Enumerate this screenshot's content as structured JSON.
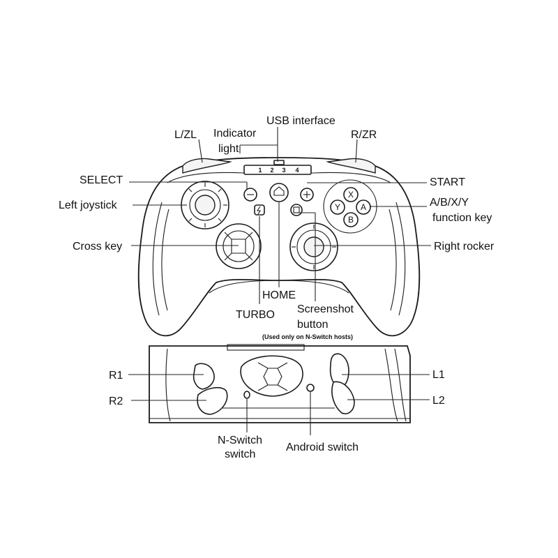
{
  "front_view": {
    "labels": {
      "usb_interface": "USB interface",
      "indicator_light_1": "Indicator",
      "indicator_light_2": "light",
      "l_zl": "L/ZL",
      "r_zr": "R/ZR",
      "select": "SELECT",
      "start": "START",
      "left_joystick": "Left joystick",
      "abxy_1": "A/B/X/Y",
      "abxy_2": "function key",
      "cross_key": "Cross key",
      "right_rocker": "Right rocker",
      "home": "HOME",
      "turbo": "TURBO",
      "screenshot_1": "Screenshot",
      "screenshot_2": "button",
      "screenshot_note": "(Used only on N-Switch hosts)"
    },
    "indicator_numbers": [
      "1",
      "2",
      "3",
      "4"
    ],
    "face_buttons": {
      "x": "X",
      "y": "Y",
      "a": "A",
      "b": "B"
    }
  },
  "top_view": {
    "labels": {
      "r1": "R1",
      "r2": "R2",
      "l1": "L1",
      "l2": "L2",
      "n_switch_1": "N-Switch",
      "n_switch_2": "switch",
      "android_switch": "Android switch"
    }
  }
}
